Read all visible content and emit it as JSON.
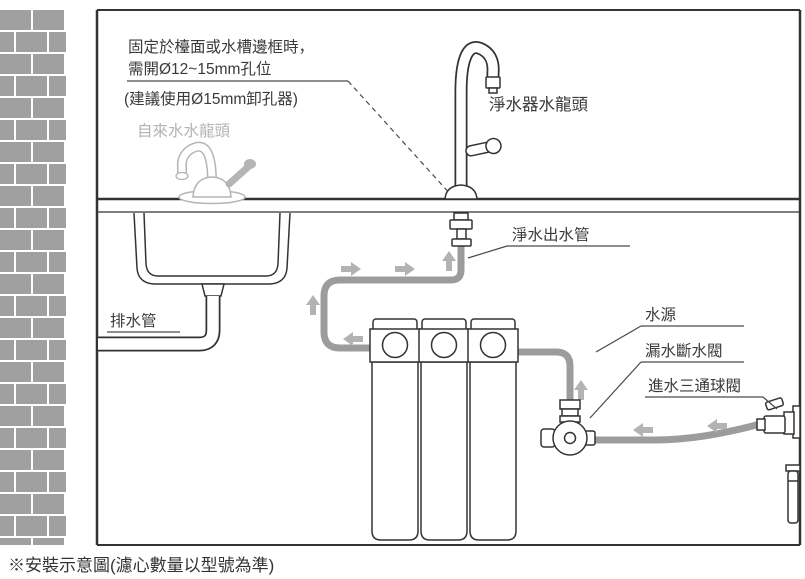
{
  "colors": {
    "outline": "#333333",
    "tube_gray": "#9c9c9c",
    "arrow_gray": "#b3b3b3",
    "brick_gray": "#a0a0a0",
    "tap_faucet_gray": "#b5b5b5"
  },
  "notes": {
    "hole_line1": "固定於檯面或水槽邊框時，",
    "hole_line2": "需開Ø12~15mm孔位",
    "hole_line3": "(建議使用Ø15mm卸孔器)"
  },
  "labels": {
    "tap_faucet": "自來水水龍頭",
    "purifier_faucet": "淨水器水龍頭",
    "purified_outlet_tube": "淨水出水管",
    "drain_pipe": "排水管",
    "water_source": "水源",
    "leak_shutoff_valve": "漏水斷水閥",
    "inlet_three_way_ball_valve": "進水三通球閥"
  },
  "footer": {
    "note": "※安裝示意圖(濾心數量以型號為準)"
  }
}
